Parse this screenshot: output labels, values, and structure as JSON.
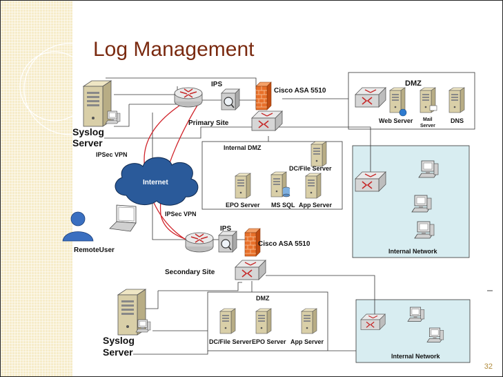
{
  "slide": {
    "title": "Log Management",
    "page_number": "32"
  },
  "diagram": {
    "labels": {
      "syslog_primary_1": "Syslog",
      "syslog_primary_2": "Server",
      "ips_primary": "IPS",
      "asa_primary": "Cisco ASA 5510",
      "primary_site": "Primary Site",
      "dmz_top": "DMZ",
      "web_server": "Web Server",
      "mail_server_1": "Mail",
      "mail_server_2": "Server",
      "dns": "DNS",
      "ipsec_vpn_left": "IPSec VPN",
      "internal_dmz": "Internal DMZ",
      "dc_file_server_top": "DC/File Server",
      "internet": "Internet",
      "epo_server_top": "EPO Server",
      "ms_sql": "MS SQL",
      "app_server_top": "App Server",
      "ipsec_vpn_mid": "IPSec VPN",
      "remote_user": "RemoteUser",
      "ips_secondary": "IPS",
      "asa_secondary": "Cisco ASA 5510",
      "internal_network_top": "Internal Network",
      "secondary_site": "Secondary Site",
      "dmz_bottom": "DMZ",
      "syslog_secondary_1": "Syslog",
      "syslog_secondary_2": "Server",
      "dc_file_server_bottom": "DC/File Server",
      "epo_server_bottom": "EPO Server",
      "app_server_bottom": "App Server",
      "internal_network_bottom": "Internal Network"
    },
    "colors": {
      "internal_network_fill": "#d8edf1",
      "vpn_line": "#d0232a",
      "firewall": "#e8702a",
      "cloud": "#2a5a9a",
      "server_body": "#d9cfa8"
    }
  }
}
